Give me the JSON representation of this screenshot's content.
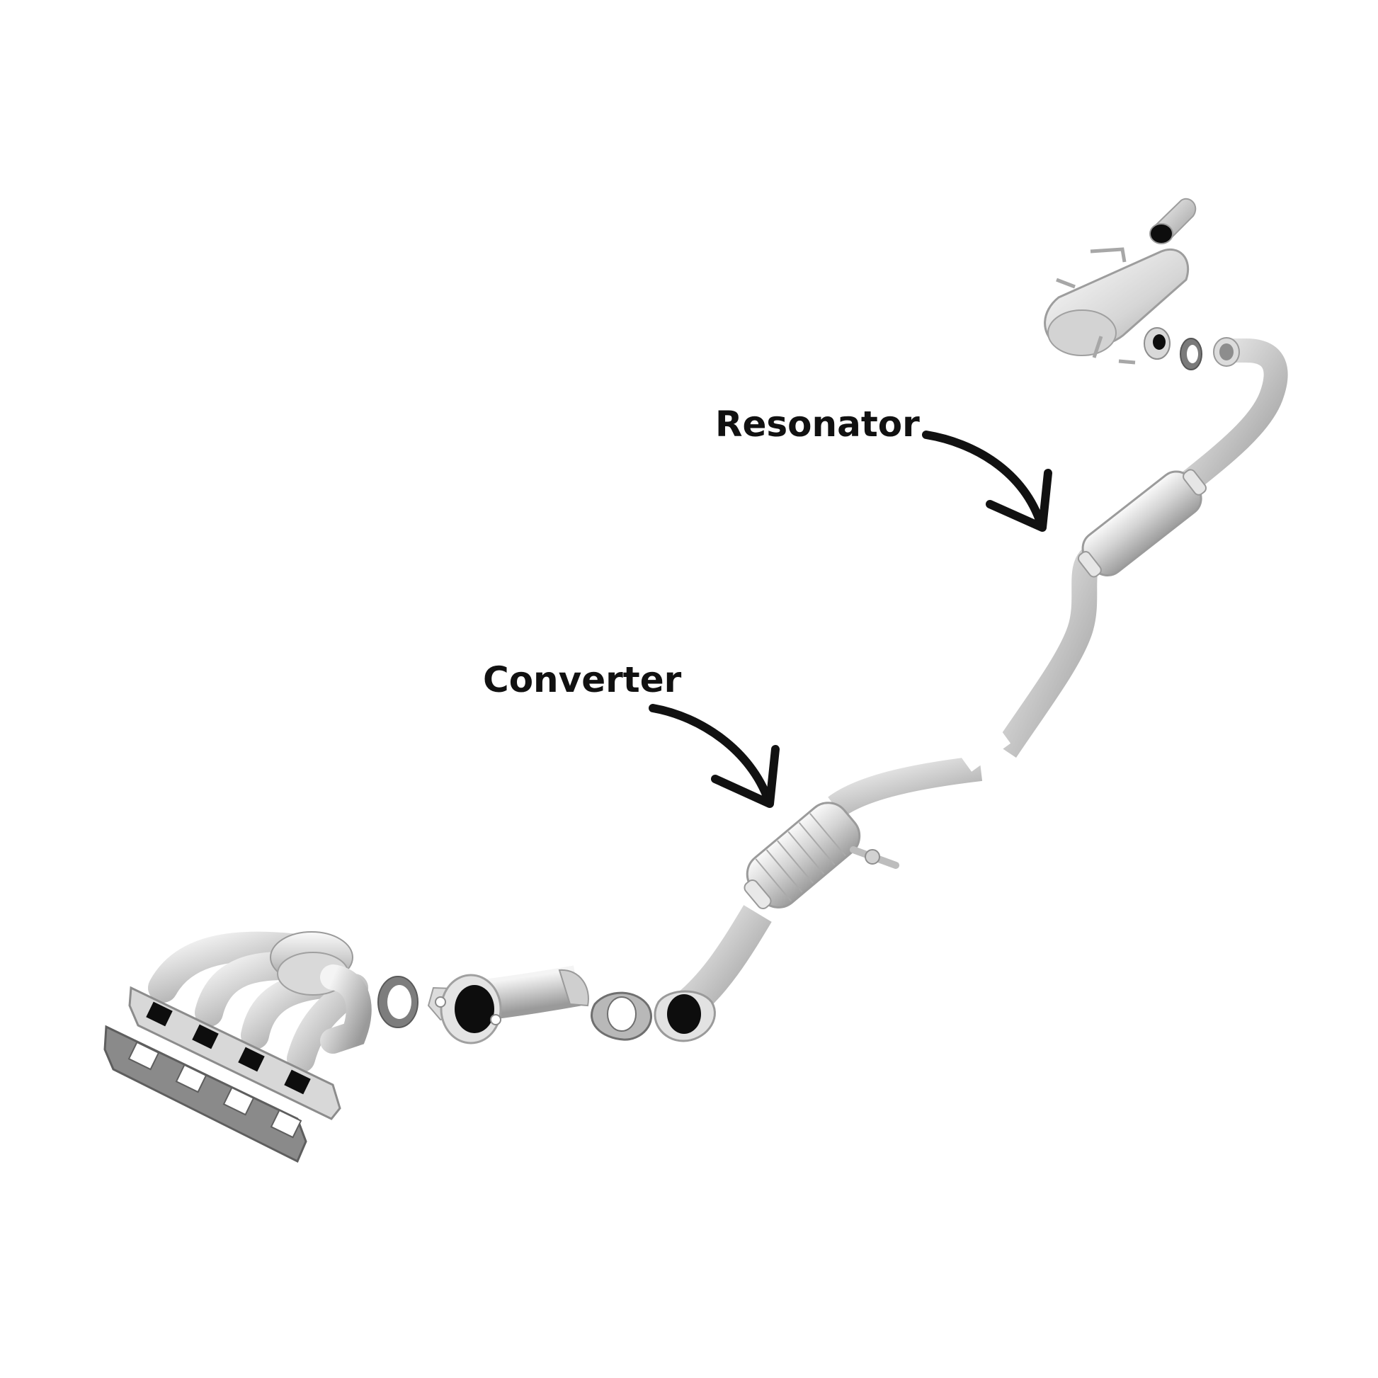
{
  "labels": {
    "resonator": "Resonator",
    "converter": "Converter"
  },
  "colors": {
    "background": "#ffffff",
    "text": "#111111",
    "arrow": "#111111",
    "metal_light": "#f2f2f2",
    "metal_mid": "#c9c9c9",
    "metal_dark": "#8e8e8e",
    "gasket": "#7d7d7d",
    "opening": "#0d0d0d"
  },
  "parts": [
    "exhaust-manifold",
    "manifold-gasket",
    "flange-gasket",
    "front-pipe",
    "flange-gasket",
    "catalytic-converter",
    "resonator",
    "muffler",
    "tailpipe-tip"
  ]
}
